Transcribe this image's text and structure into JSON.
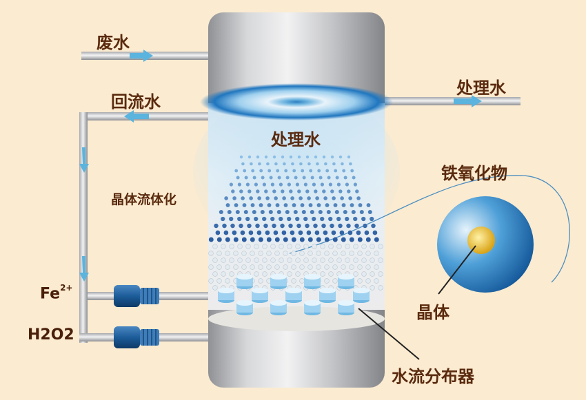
{
  "labels": {
    "waste_water": "废水",
    "return_water": "回流水",
    "treated_water_out": "处理水",
    "treated_water_in_tank": "处理水",
    "iron_oxide": "铁氧化物",
    "crystal_fluidization": "晶体流体化",
    "crystal": "晶体",
    "distributor": "水流分布器",
    "fe_symbol": "Fe",
    "fe_charge": "2+",
    "h2o2": "H2O2"
  },
  "colors": {
    "background": "#fbebd0",
    "label_text": "#5a2a0e",
    "flow_arrow": "#5ab4dd",
    "pump": "#1f5f96",
    "bubble_dark": "#1d4e95",
    "crystal_core": "#e8b72a"
  }
}
